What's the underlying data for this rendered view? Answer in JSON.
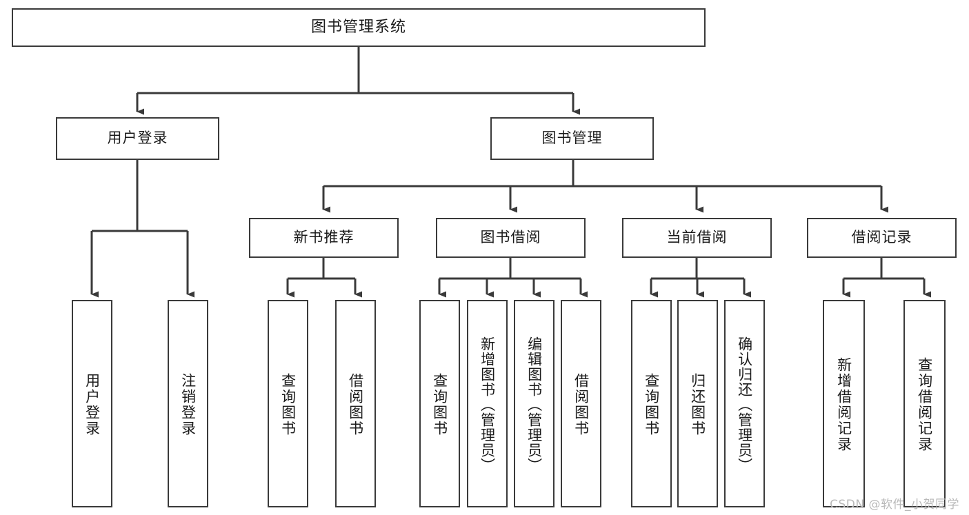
{
  "diagram": {
    "type": "tree-hierarchy",
    "title": "图书管理系统",
    "colors": {
      "box_border": "#3a3a3a",
      "box_fill": "#ffffff",
      "line": "#3a3a3a",
      "text": "#1b1b1b",
      "watermark": "#b9b9b9",
      "background": "#ffffff"
    },
    "root": {
      "label": "图书管理系统"
    },
    "level2": [
      {
        "label": "用户登录"
      },
      {
        "label": "图书管理"
      }
    ],
    "level3": [
      {
        "label": "新书推荐"
      },
      {
        "label": "图书借阅"
      },
      {
        "label": "当前借阅"
      },
      {
        "label": "借阅记录"
      }
    ],
    "leaves": {
      "user_login": [
        {
          "label": "用户登录"
        },
        {
          "label": "注销登录"
        }
      ],
      "new_book_recommend": [
        {
          "label": "查询图书"
        },
        {
          "label": "借阅图书"
        }
      ],
      "book_borrow": [
        {
          "label": "查询图书"
        },
        {
          "label": "新增图书（管理员）"
        },
        {
          "label": "编辑图书（管理员）"
        },
        {
          "label": "借阅图书"
        }
      ],
      "current_borrow": [
        {
          "label": "查询图书"
        },
        {
          "label": "归还图书"
        },
        {
          "label": "确认归还（管理员）"
        }
      ],
      "borrow_record": [
        {
          "label": "新增借阅记录"
        },
        {
          "label": "查询借阅记录"
        }
      ]
    },
    "watermark": "CSDN @软件_小贺同学"
  }
}
